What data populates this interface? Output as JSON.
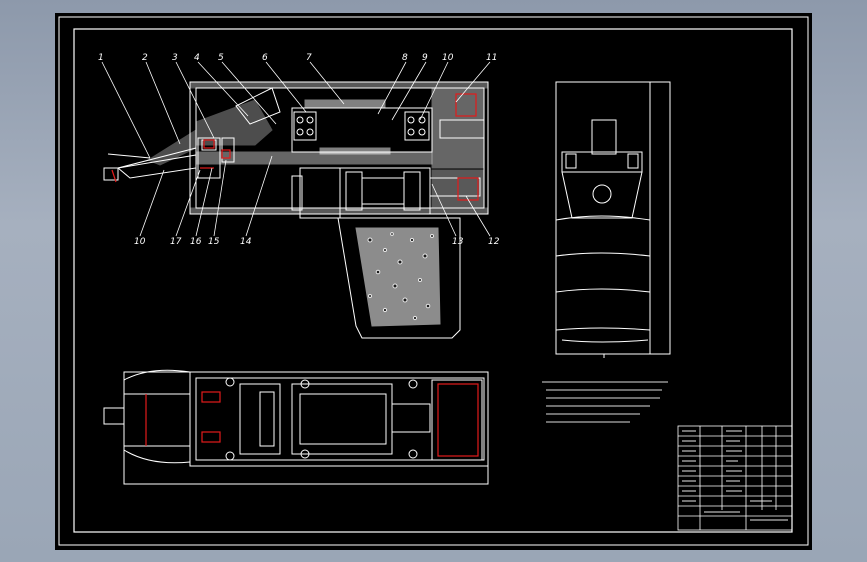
{
  "drawing": {
    "part_labels": [
      "1",
      "2",
      "3",
      "4",
      "5",
      "6",
      "7",
      "8",
      "9",
      "10",
      "11",
      "10",
      "17",
      "16",
      "15",
      "14",
      "13",
      "12"
    ]
  },
  "colors": {
    "background": "#000000",
    "lines": "#ffffff",
    "accent": "#e31b1b",
    "window_frame": "#9aa6b6"
  }
}
